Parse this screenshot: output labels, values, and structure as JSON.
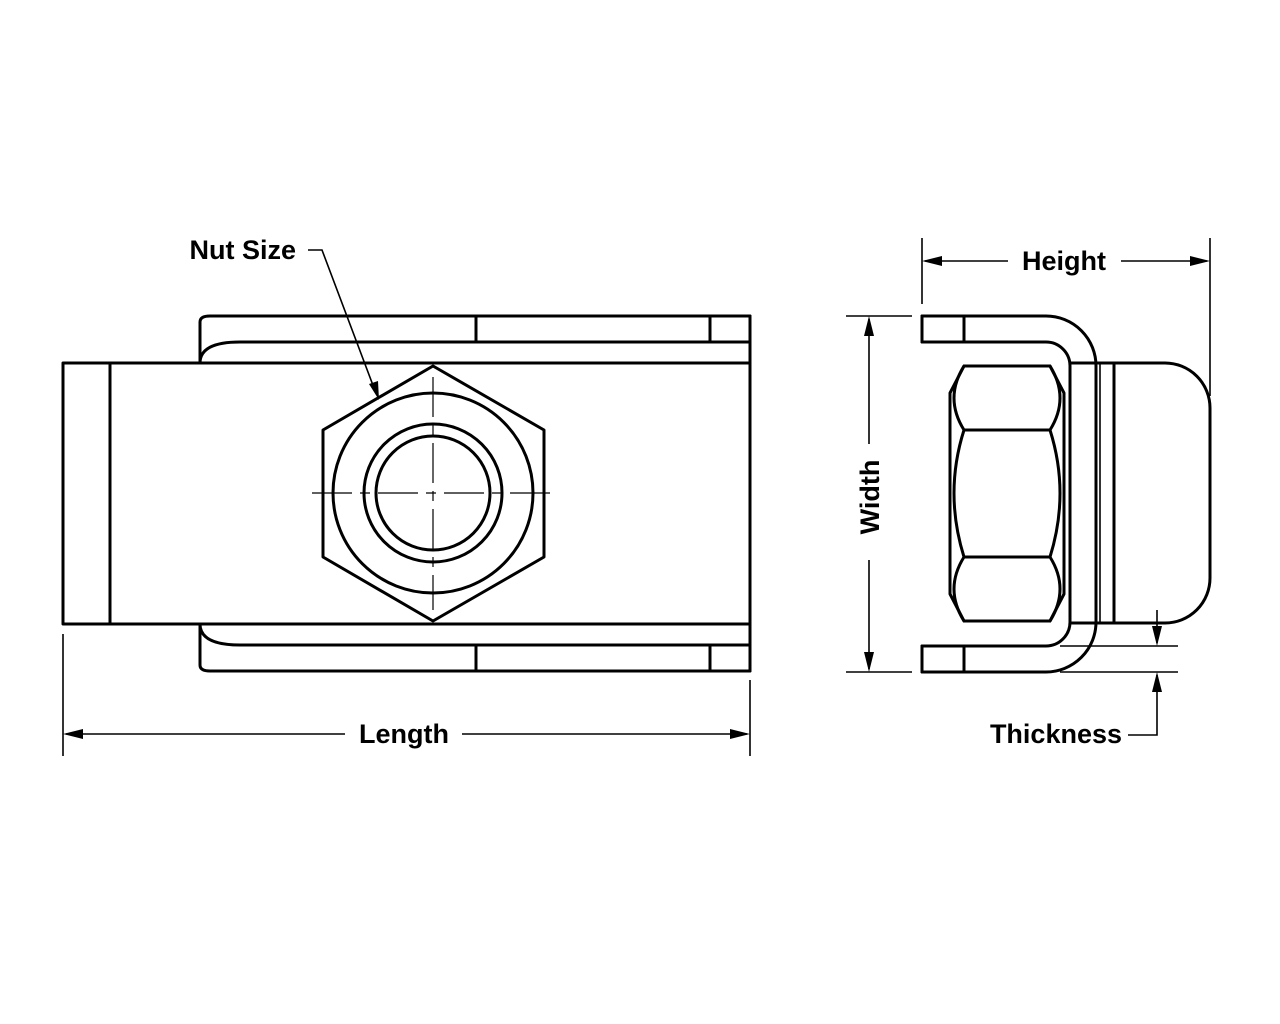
{
  "labels": {
    "nut_size": "Nut Size",
    "length": "Length",
    "height": "Height",
    "width": "Width",
    "thickness": "Thickness"
  },
  "colors": {
    "line": "#000000",
    "background": "#ffffff"
  }
}
